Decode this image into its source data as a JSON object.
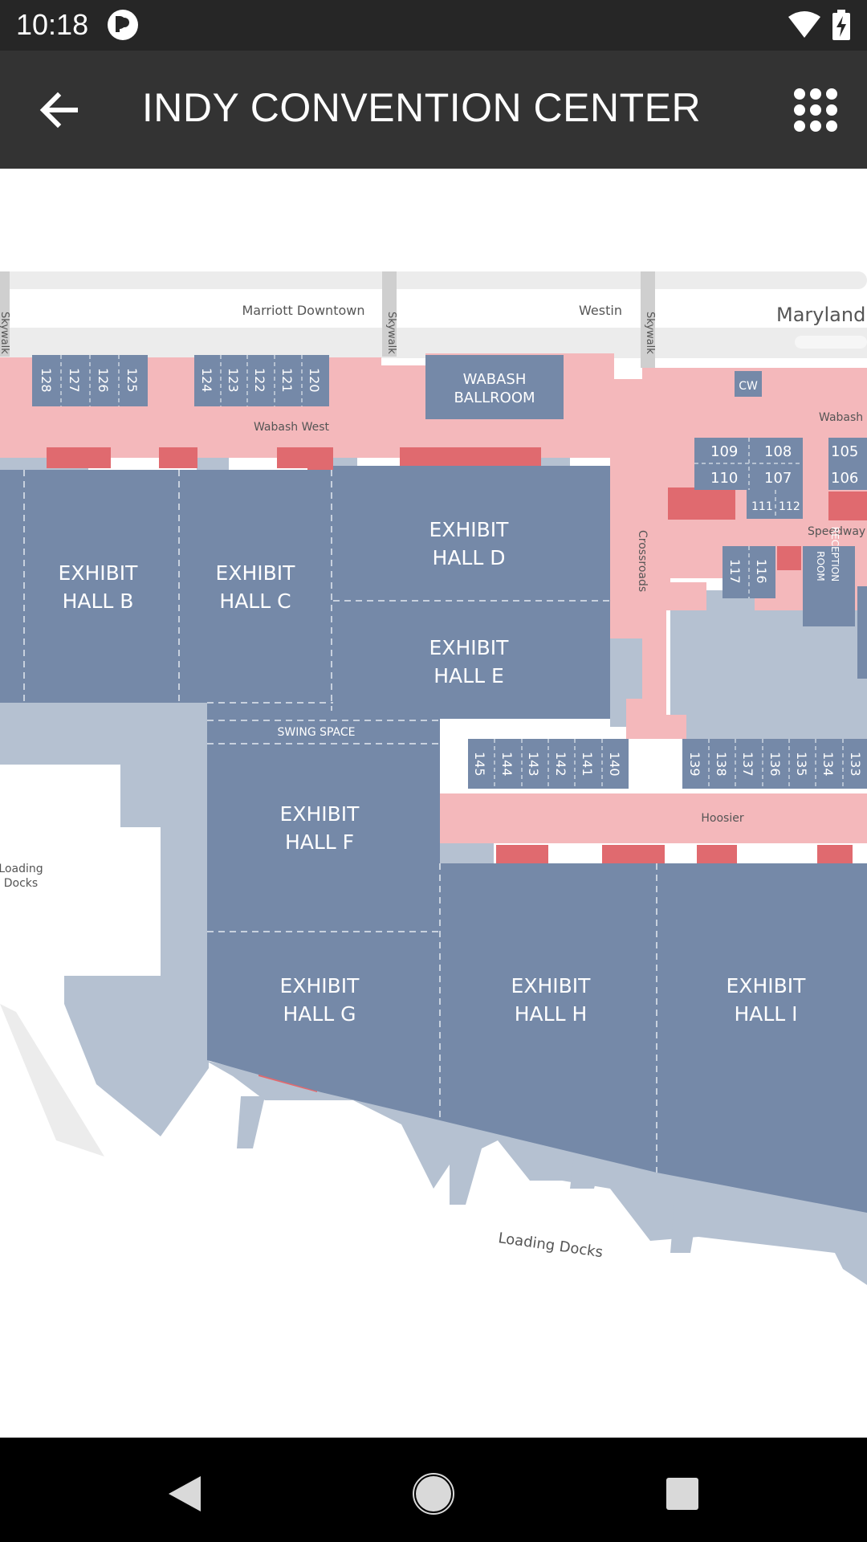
{
  "status_bar": {
    "time": "10:18",
    "icons": [
      "app-notification-icon",
      "wifi-icon",
      "battery-charging-icon"
    ]
  },
  "app_bar": {
    "title": "INDY CONVENTION CENTER",
    "back_icon": "arrow-left-icon",
    "menu_icon": "grid-dots-icon"
  },
  "map": {
    "streets": {
      "marriott": "Marriott Downtown",
      "westin": "Westin",
      "maryland": "Maryland",
      "skywalk": "Skywalk",
      "wabash_west": "Wabash West",
      "wabash": "Wabash",
      "crossroads": "Crossroads",
      "speedway": "Speedway",
      "hoosier": "Hoosier",
      "loading_docks": "Loading Docks",
      "loading_docks_left_1": "Loading",
      "loading_docks_left_2": "Docks"
    },
    "halls": {
      "b": [
        "EXHIBIT",
        "HALL B"
      ],
      "c": [
        "EXHIBIT",
        "HALL C"
      ],
      "d": [
        "EXHIBIT",
        "HALL D"
      ],
      "e": [
        "EXHIBIT",
        "HALL E"
      ],
      "f": [
        "EXHIBIT",
        "HALL F"
      ],
      "g": [
        "EXHIBIT",
        "HALL G"
      ],
      "h": [
        "EXHIBIT",
        "HALL H"
      ],
      "i": [
        "EXHIBIT",
        "HALL I"
      ]
    },
    "ballroom": [
      "WABASH",
      "BALLROOM"
    ],
    "swing_space": "SWING SPACE",
    "reception": [
      "RECEPTION",
      "ROOM"
    ],
    "cw": "CW",
    "rooms_top_left": [
      "128",
      "127",
      "126",
      "125"
    ],
    "rooms_top_mid": [
      "124",
      "123",
      "122",
      "121",
      "120"
    ],
    "rooms_right": {
      "r109": "109",
      "r108": "108",
      "r105": "105",
      "r110": "110",
      "r107": "107",
      "r106": "106",
      "r111": "111",
      "r112": "112",
      "r117": "117",
      "r116": "116"
    },
    "rooms_bottom_mid": [
      "145",
      "144",
      "143",
      "142",
      "141",
      "140"
    ],
    "rooms_bottom_right": [
      "139",
      "138",
      "137",
      "136",
      "135",
      "134",
      "133"
    ]
  },
  "colors": {
    "hall": "#7589a8",
    "corridor": "#f4b8bb",
    "support": "#b5c1d1",
    "street": "#ececec",
    "entrance": "#e06a6f"
  }
}
